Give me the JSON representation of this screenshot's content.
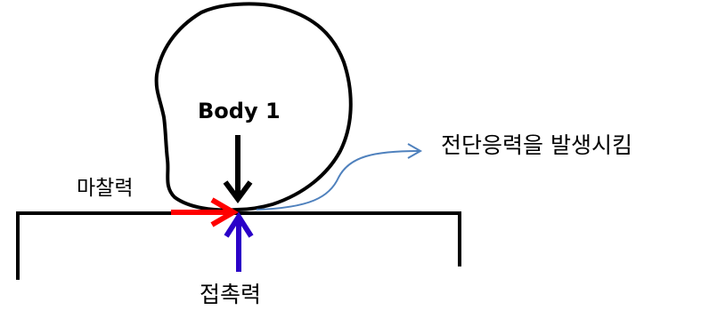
{
  "labels": {
    "body": "Body 1",
    "friction_force": "마찰력",
    "contact_force": "접촉력",
    "shear_stress": "전단응력을 발생시킴"
  },
  "colors": {
    "outline": "#000000",
    "friction_arrow": "#ff0000",
    "contact_arrow": "#2a00c8",
    "callout": "#4f81bd"
  },
  "icons": {
    "body_outline": "blob-shape",
    "load_arrow": "arrow-down-icon",
    "friction_arrow": "arrow-right-icon",
    "contact_arrow": "arrow-up-icon",
    "callout_arrow": "chevron-right-icon"
  }
}
